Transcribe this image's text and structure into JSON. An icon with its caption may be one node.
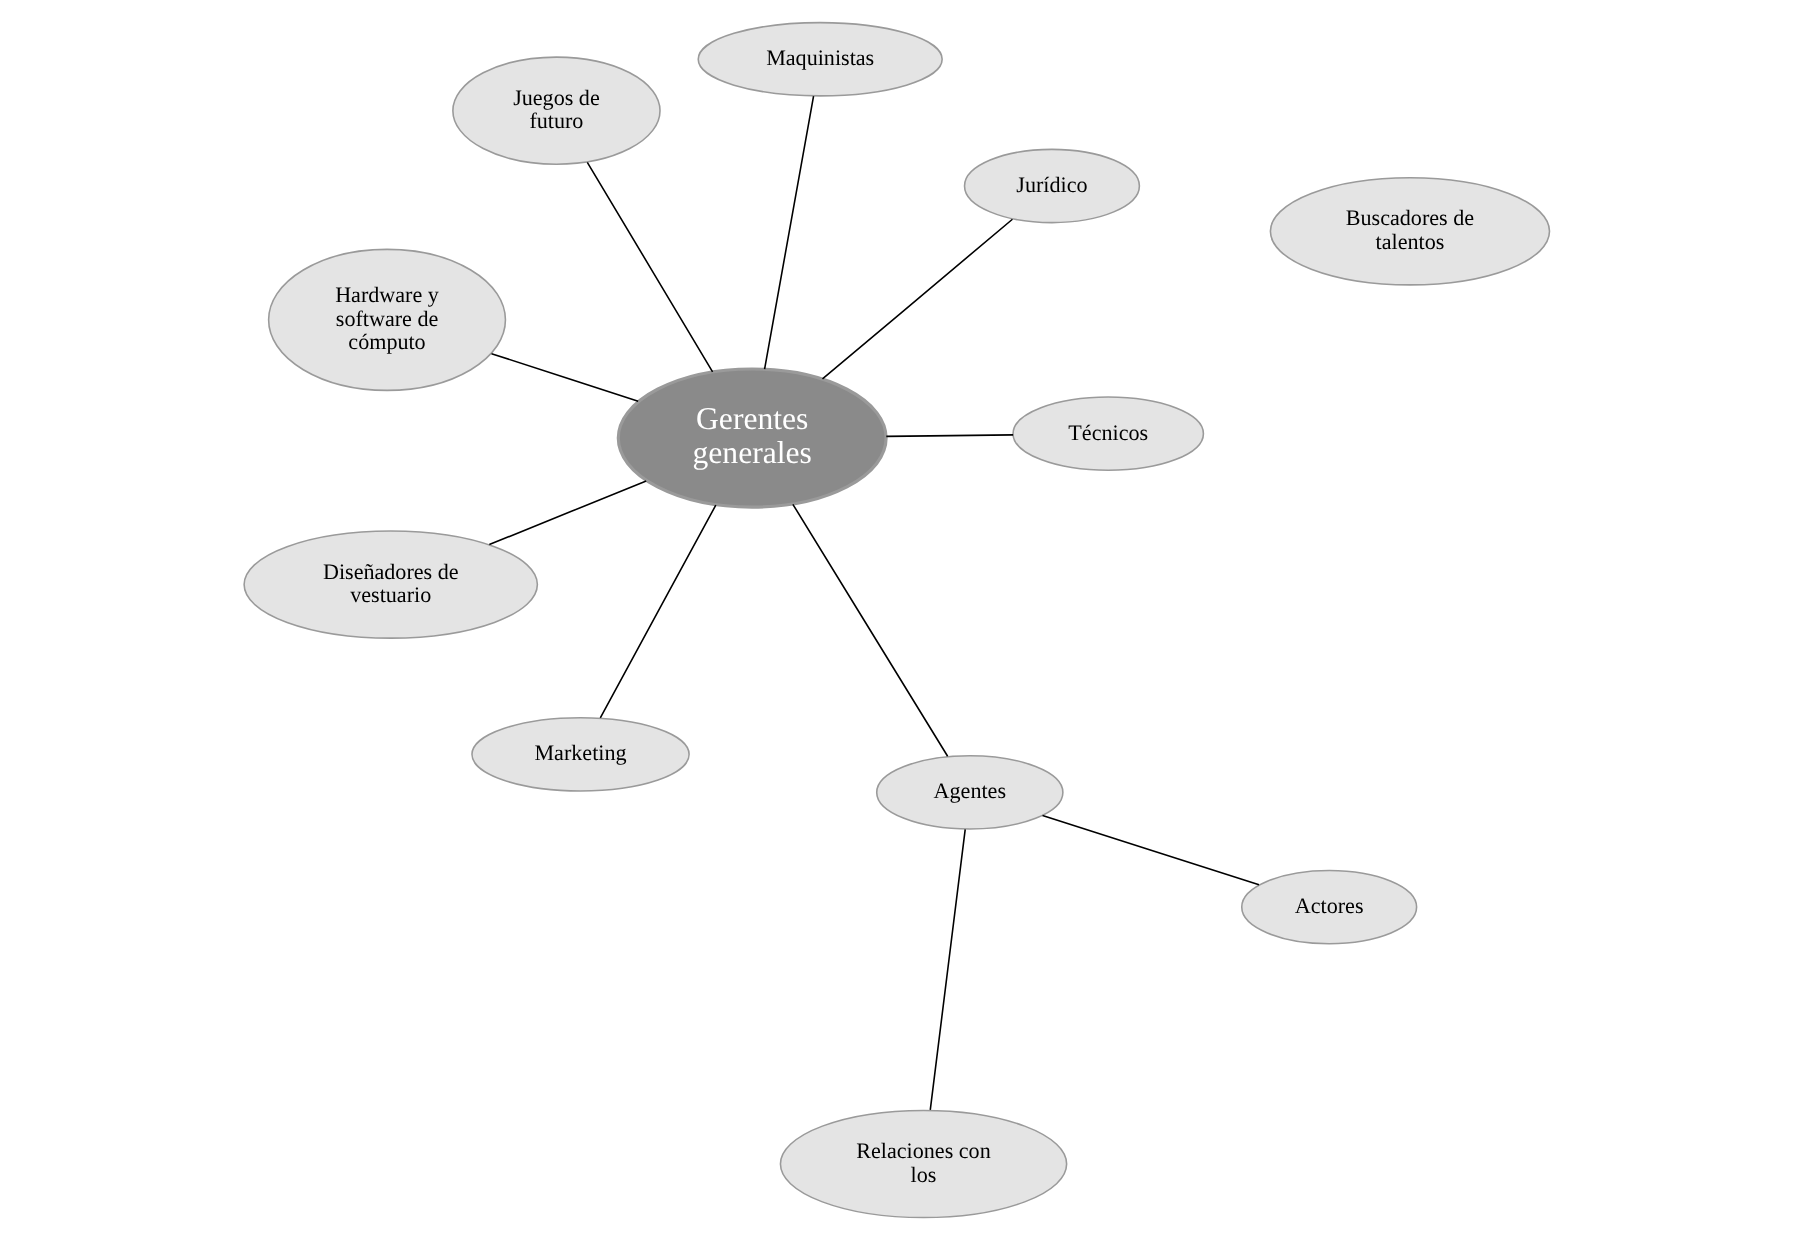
{
  "diagram": {
    "nodes": [
      {
        "text": [
          "Hardware y software de cómputo"
        ]
      },
      {
        "text": [
          "Jurídico"
        ]
      },
      {
        "text": [
          "Marketing"
        ]
      },
      {
        "text": [
          "Gerentes generales"
        ]
      },
      {
        "text": [
          "Maquinistas"
        ]
      },
      {
        "text": [
          "Juegos de futuro"
        ]
      },
      {
        "text": [
          "Diseñadores de vestuario"
        ]
      },
      {
        "text": [
          "Técnicos"
        ]
      },
      {
        "text": [
          "Agentes"
        ]
      },
      {
        "text": [
          "Actores"
        ]
      },
      {
        "text": [
          "Relaciones con los"
        ]
      },
      {
        "text": [
          "Buscadores de talentos"
        ]
      }
    ],
    "edges": [
      {
        "from": 3,
        "to": 0,
        "arrow": "none"
      },
      {
        "from": 3,
        "to": 1,
        "arrow": "none"
      },
      {
        "from": 3,
        "to": 2,
        "arrow": "none"
      },
      {
        "from": 3,
        "to": 4,
        "arrow": "none"
      },
      {
        "from": 3,
        "to": 5,
        "arrow": "none"
      },
      {
        "from": 3,
        "to": 6,
        "arrow": "none"
      },
      {
        "from": 3,
        "to": 7,
        "arrow": "none"
      },
      {
        "from": 3,
        "to": 8,
        "arrow": "none"
      },
      {
        "from": 8,
        "to": 9,
        "arrow": "none"
      },
      {
        "from": 8,
        "to": 10,
        "arrow": "none"
      }
    ]
  }
}
